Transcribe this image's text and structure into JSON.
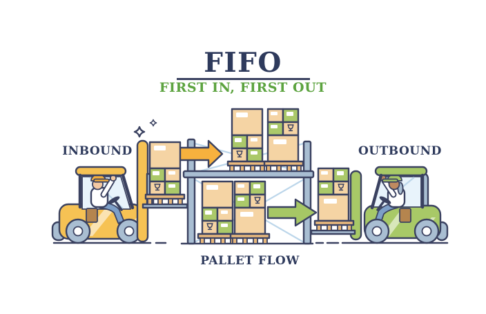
{
  "diagram": {
    "title": "FIFO",
    "subtitle": "FIRST IN, FIRST OUT",
    "label_inbound": "INBOUND",
    "label_outbound": "OUTBOUND",
    "label_bottom": "PALLET FLOW"
  },
  "icons": [
    "sparkle-icon",
    "fragile-glass-icon",
    "inbound-arrow-icon",
    "outbound-arrow-icon",
    "inbound-forklift-illustration",
    "outbound-forklift-illustration",
    "pallet-rack-illustration"
  ],
  "colors": {
    "outline_navy": "#3a4160",
    "title_navy": "#2e3a5c",
    "subtitle_green": "#5ca33f",
    "forklift_yellow": "#f6c254",
    "forklift_green": "#a8c967",
    "arrow_in_orange": "#f7b13e",
    "arrow_out_green": "#a6c765",
    "box_tan": "#f5d4a4",
    "box_green": "#abc96a",
    "pallet_tan": "#e9b97c",
    "steel_blue_gray": "#a9bed2",
    "brace_light_blue": "#bcd6ea",
    "windshield_blue": "#e8f3fb",
    "jeans_blue": "#7d9fc8",
    "skin_light": "#f3c9a3",
    "skin_dark": "#bf8a60",
    "seat_brown": "#b5854e"
  }
}
